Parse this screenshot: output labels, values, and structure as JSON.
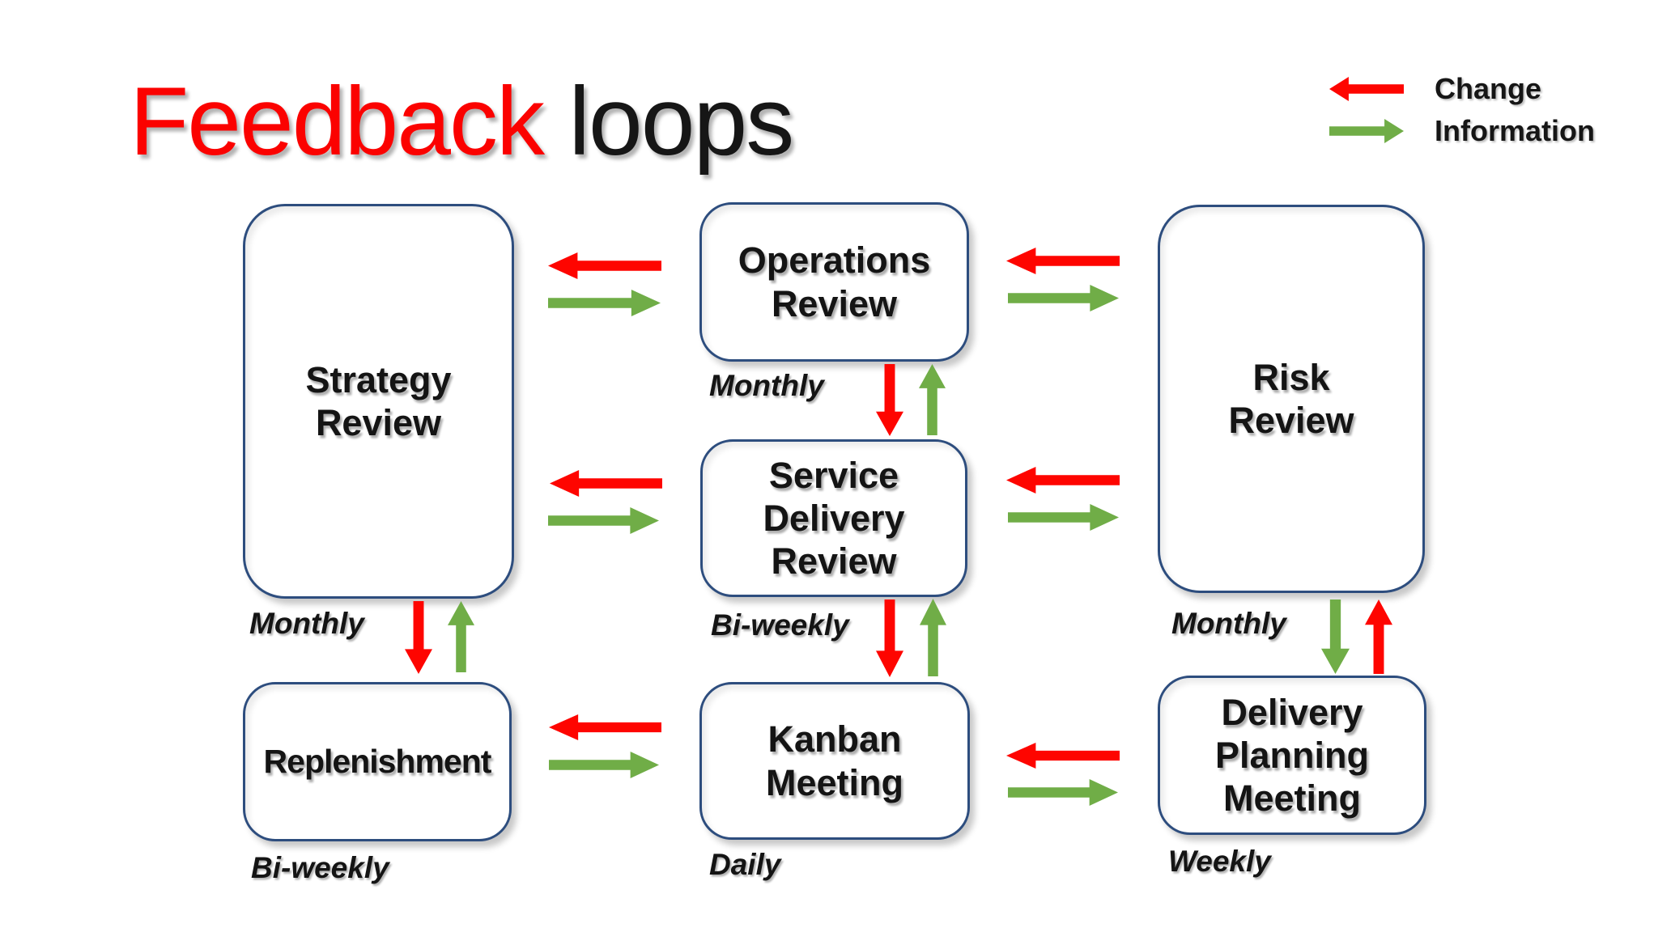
{
  "title": {
    "accent": "Feedback",
    "rest": " loops"
  },
  "legend": {
    "change_label": "Change",
    "information_label": "Information"
  },
  "colors": {
    "change_red": "#fe0500",
    "information_green": "#70ad47",
    "box_border_blue": "#2d4d7e",
    "title_accent_red": "#fb0200"
  },
  "boxes": {
    "strategy": {
      "label": "Strategy\nReview",
      "frequency": "Monthly"
    },
    "operations": {
      "label": "Operations\nReview",
      "frequency": "Monthly"
    },
    "risk": {
      "label": "Risk\nReview",
      "frequency": "Monthly"
    },
    "service_delivery": {
      "label": "Service\nDelivery\nReview",
      "frequency": "Bi-weekly"
    },
    "replenishment": {
      "label": "Replenishment",
      "frequency": "Bi-weekly"
    },
    "kanban": {
      "label": "Kanban\nMeeting",
      "frequency": "Daily"
    },
    "delivery_planning": {
      "label": "Delivery\nPlanning\nMeeting",
      "frequency": "Weekly"
    }
  },
  "connections": [
    {
      "from": "Operations Review",
      "to": "Strategy Review",
      "type": "Change"
    },
    {
      "from": "Strategy Review",
      "to": "Operations Review",
      "type": "Information"
    },
    {
      "from": "Risk Review",
      "to": "Operations Review",
      "type": "Change"
    },
    {
      "from": "Operations Review",
      "to": "Risk Review",
      "type": "Information"
    },
    {
      "from": "Operations Review",
      "to": "Service Delivery Review",
      "type": "Change"
    },
    {
      "from": "Service Delivery Review",
      "to": "Operations Review",
      "type": "Information"
    },
    {
      "from": "Service Delivery Review",
      "to": "Strategy Review",
      "type": "Change"
    },
    {
      "from": "Strategy Review",
      "to": "Service Delivery Review",
      "type": "Information"
    },
    {
      "from": "Risk Review",
      "to": "Service Delivery Review",
      "type": "Change"
    },
    {
      "from": "Service Delivery Review",
      "to": "Risk Review",
      "type": "Information"
    },
    {
      "from": "Strategy Review",
      "to": "Replenishment",
      "type": "Change"
    },
    {
      "from": "Replenishment",
      "to": "Strategy Review",
      "type": "Information"
    },
    {
      "from": "Service Delivery Review",
      "to": "Kanban Meeting",
      "type": "Change"
    },
    {
      "from": "Kanban Meeting",
      "to": "Service Delivery Review",
      "type": "Information"
    },
    {
      "from": "Kanban Meeting",
      "to": "Replenishment",
      "type": "Change"
    },
    {
      "from": "Replenishment",
      "to": "Kanban Meeting",
      "type": "Information"
    },
    {
      "from": "Delivery Planning Meeting",
      "to": "Kanban Meeting",
      "type": "Change"
    },
    {
      "from": "Kanban Meeting",
      "to": "Delivery Planning Meeting",
      "type": "Information"
    },
    {
      "from": "Risk Review",
      "to": "Delivery Planning Meeting",
      "type": "Information"
    },
    {
      "from": "Delivery Planning Meeting",
      "to": "Risk Review",
      "type": "Change"
    }
  ]
}
